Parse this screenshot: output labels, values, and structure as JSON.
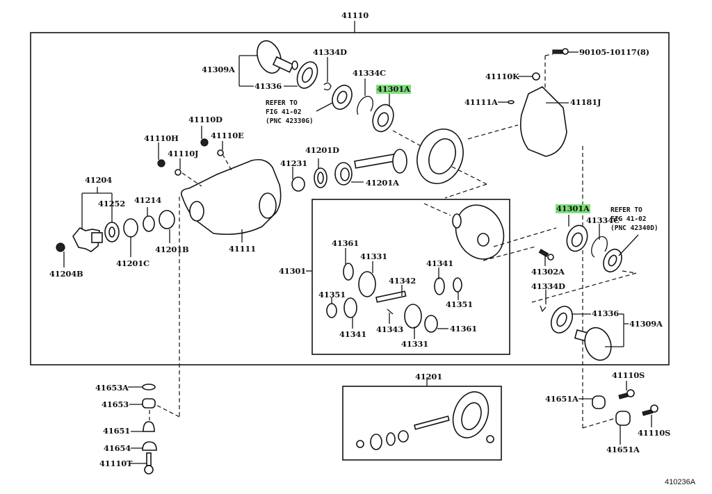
{
  "figure": {
    "id": "410236A",
    "highlight_color": "#7ee07a",
    "highlighted_part": "41301A"
  },
  "assemblies": {
    "carrier": "41110",
    "differential_case": "41301",
    "ring_pinion_kit": "41201",
    "companion_flange": "41204"
  },
  "labels": {
    "a41110": "41110",
    "a41309A_top": "41309A",
    "a41336_top": "41336",
    "a41334D_top": "41334D",
    "a41334C_top": "41334C",
    "a41301A_top": "41301A",
    "a41110K": "41110K",
    "a41111A": "41111A",
    "a41181J": "41181J",
    "a90105": "90105-10117(8)",
    "a41110D": "41110D",
    "a41110H": "41110H",
    "a41110E": "41110E",
    "a41110J": "41110J",
    "a41201D": "41201D",
    "a41231": "41231",
    "a41201A": "41201A",
    "a41204": "41204",
    "a41252": "41252",
    "a41214": "41214",
    "a41201B": "41201B",
    "a41201C": "41201C",
    "a41204B": "41204B",
    "a41111": "41111",
    "a41301": "41301",
    "a41361_a": "41361",
    "a41331_a": "41331",
    "a41342": "41342",
    "a41341_a": "41341",
    "a41351_a": "41351",
    "a41351_b": "41351",
    "a41341_b": "41341",
    "a41343": "41343",
    "a41331_b": "41331",
    "a41361_b": "41361",
    "a41301A_right": "41301A",
    "a41334C_right": "41334C",
    "a41302A": "41302A",
    "a41334D_right": "41334D",
    "a41336_right": "41336",
    "a41309A_right": "41309A",
    "a41653A": "41653A",
    "a41653": "41653",
    "a41651": "41651",
    "a41654": "41654",
    "a41110T": "41110T",
    "a41201": "41201",
    "a41110S_top": "41110S",
    "a41651A_left": "41651A",
    "a41110S_bottom": "41110S",
    "a41651A_bottom": "41651A"
  },
  "notes": {
    "refer_left": "REFER TO\nFIG 41-02\n(PNC 42330G)",
    "refer_right": "REFER TO\nFIG 41-02\n(PNC 42340D)"
  }
}
